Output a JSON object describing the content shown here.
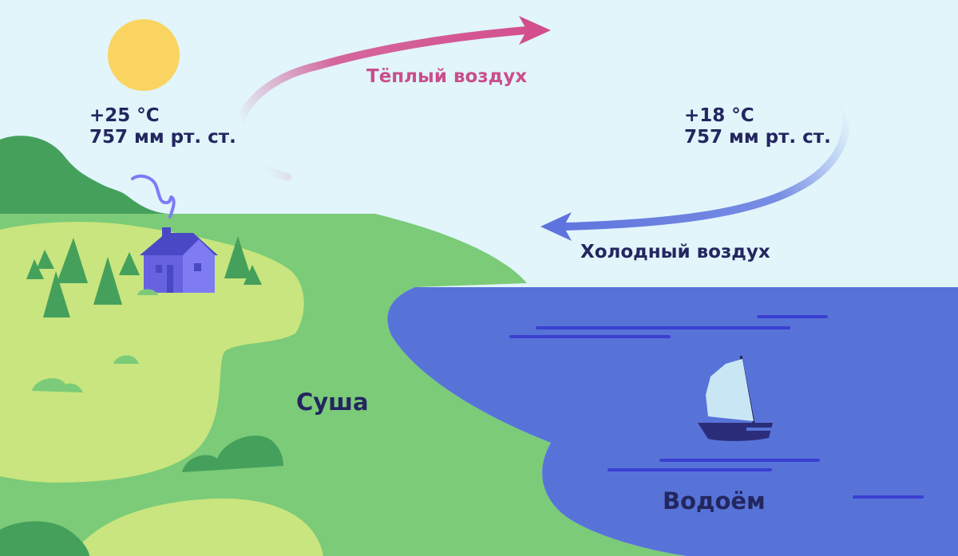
{
  "land": {
    "name": "Суша",
    "temperature": "+25 °C",
    "pressure": "757 мм рт. ст."
  },
  "water": {
    "name": "Водоём",
    "temperature": "+18 °C",
    "pressure": "757 мм рт. ст."
  },
  "airflow": {
    "warm_label": "Тёплый воздух",
    "cold_label": "Холодный воздух"
  },
  "colors": {
    "sky": "#e1f5fb",
    "sun": "#fad461",
    "land": "#7bcb78",
    "meadow": "#c8e57f",
    "forest": "#45a05b",
    "water": "#5773d8",
    "water_lines": "#3a3fd0",
    "house": "#7f7bf3",
    "roof": "#4b48c5",
    "warm_arrow": "#d24e8c",
    "cold_arrow": "#5e73de",
    "text": "#23265f"
  },
  "icons": [
    "sun-icon",
    "house-icon",
    "tree-icon",
    "sailboat-icon",
    "smoke-icon"
  ]
}
